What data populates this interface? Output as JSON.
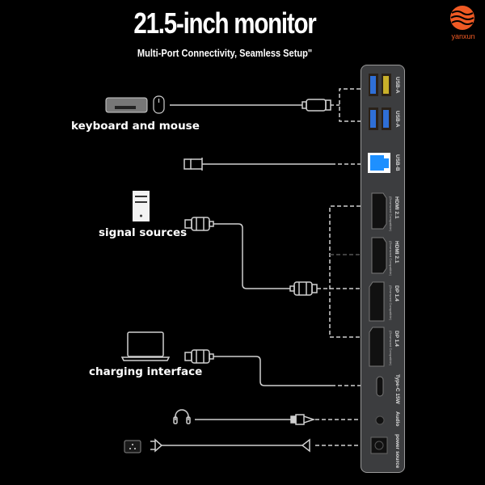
{
  "header": {
    "title": "21.5-inch monitor",
    "subtitle": "Multi-Port Connectivity, Seamless Setup\""
  },
  "brand": {
    "name": "yanxun",
    "color": "#f05a24"
  },
  "devices": [
    {
      "id": "keyboard-mouse",
      "label": "keyboard and mouse",
      "icons": [
        "keyboard-icon",
        "mouse-icon"
      ]
    },
    {
      "id": "signal-sources",
      "label": "signal sources",
      "icons": [
        "pc-tower-icon"
      ]
    },
    {
      "id": "charging",
      "label": "charging interface",
      "icons": [
        "laptop-icon"
      ]
    },
    {
      "id": "audio",
      "label": "",
      "icons": [
        "headphones-icon"
      ]
    },
    {
      "id": "power",
      "label": "",
      "icons": [
        "power-outlet-icon"
      ]
    }
  ],
  "ports": [
    {
      "name": "usb-a-1",
      "label": "USB-A"
    },
    {
      "name": "usb-a-2",
      "label": "USB-A"
    },
    {
      "name": "usb-b",
      "label": "USB-B"
    },
    {
      "name": "hdmi-1",
      "label": "HDMI 2.1",
      "sublabel": "(Downward Compatible)"
    },
    {
      "name": "hdmi-2",
      "label": "HDMI 2.1",
      "sublabel": "(Downward Compatible)"
    },
    {
      "name": "dp-1",
      "label": "DP 1.4",
      "sublabel": "(Downward Compatible)"
    },
    {
      "name": "dp-2",
      "label": "DP 1.4",
      "sublabel": "(Downward Compatible)"
    },
    {
      "name": "type-c",
      "label": "Type-C 15W"
    },
    {
      "name": "audio",
      "label": "Audio"
    },
    {
      "name": "power",
      "label": "power source"
    }
  ],
  "colors": {
    "panel": "#3c3d3f",
    "usb3": "#2f6fd6",
    "usb-yellow": "#c8b02a",
    "usb-b": "#1e90ff",
    "line": "#cfcfcf"
  }
}
